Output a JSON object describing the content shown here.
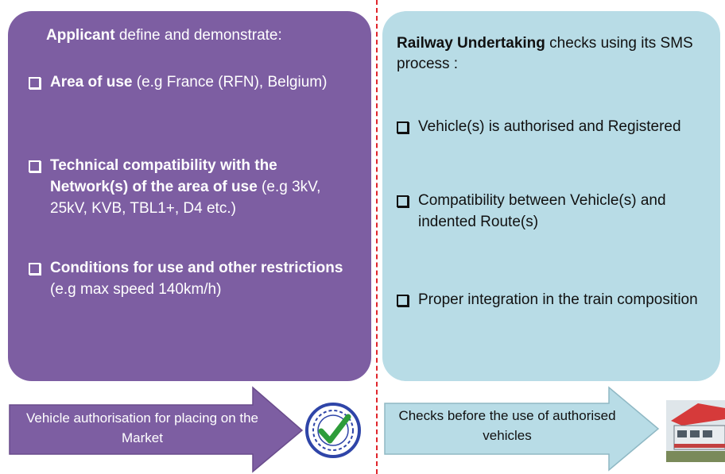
{
  "left_panel": {
    "heading_bold": "Applicant",
    "heading_rest": " define and demonstrate:",
    "items": [
      {
        "bold": "Area of use",
        "rest": " (e.g France (RFN), Belgium)"
      },
      {
        "bold": "Technical compatibility with the Network(s) of the area of use",
        "rest": " (e.g 3kV, 25kV, KVB, TBL1+, D4 etc.)"
      },
      {
        "bold": "Conditions for use and other restrictions",
        "rest": " (e.g max speed 140km/h)"
      }
    ]
  },
  "right_panel": {
    "heading_bold": "Railway Undertaking",
    "heading_rest": " checks using its SMS process :",
    "items": [
      {
        "text": "Vehicle(s) is authorised and Registered"
      },
      {
        "text": "Compatibility between Vehicle(s) and indented Route(s)"
      },
      {
        "text": "Proper integration in the train composition"
      }
    ]
  },
  "arrows": {
    "left": "Vehicle authorisation for placing on the Market",
    "right": "Checks before the use of authorised vehicles"
  },
  "colors": {
    "left_panel": "#7d5ea2",
    "right_panel": "#b8dce6",
    "divider": "#e0252b",
    "check": "#2e9c3a"
  },
  "icons": {
    "checkbox": "checkbox-icon",
    "seal": "approved-seal-icon",
    "train": "train-photo"
  }
}
